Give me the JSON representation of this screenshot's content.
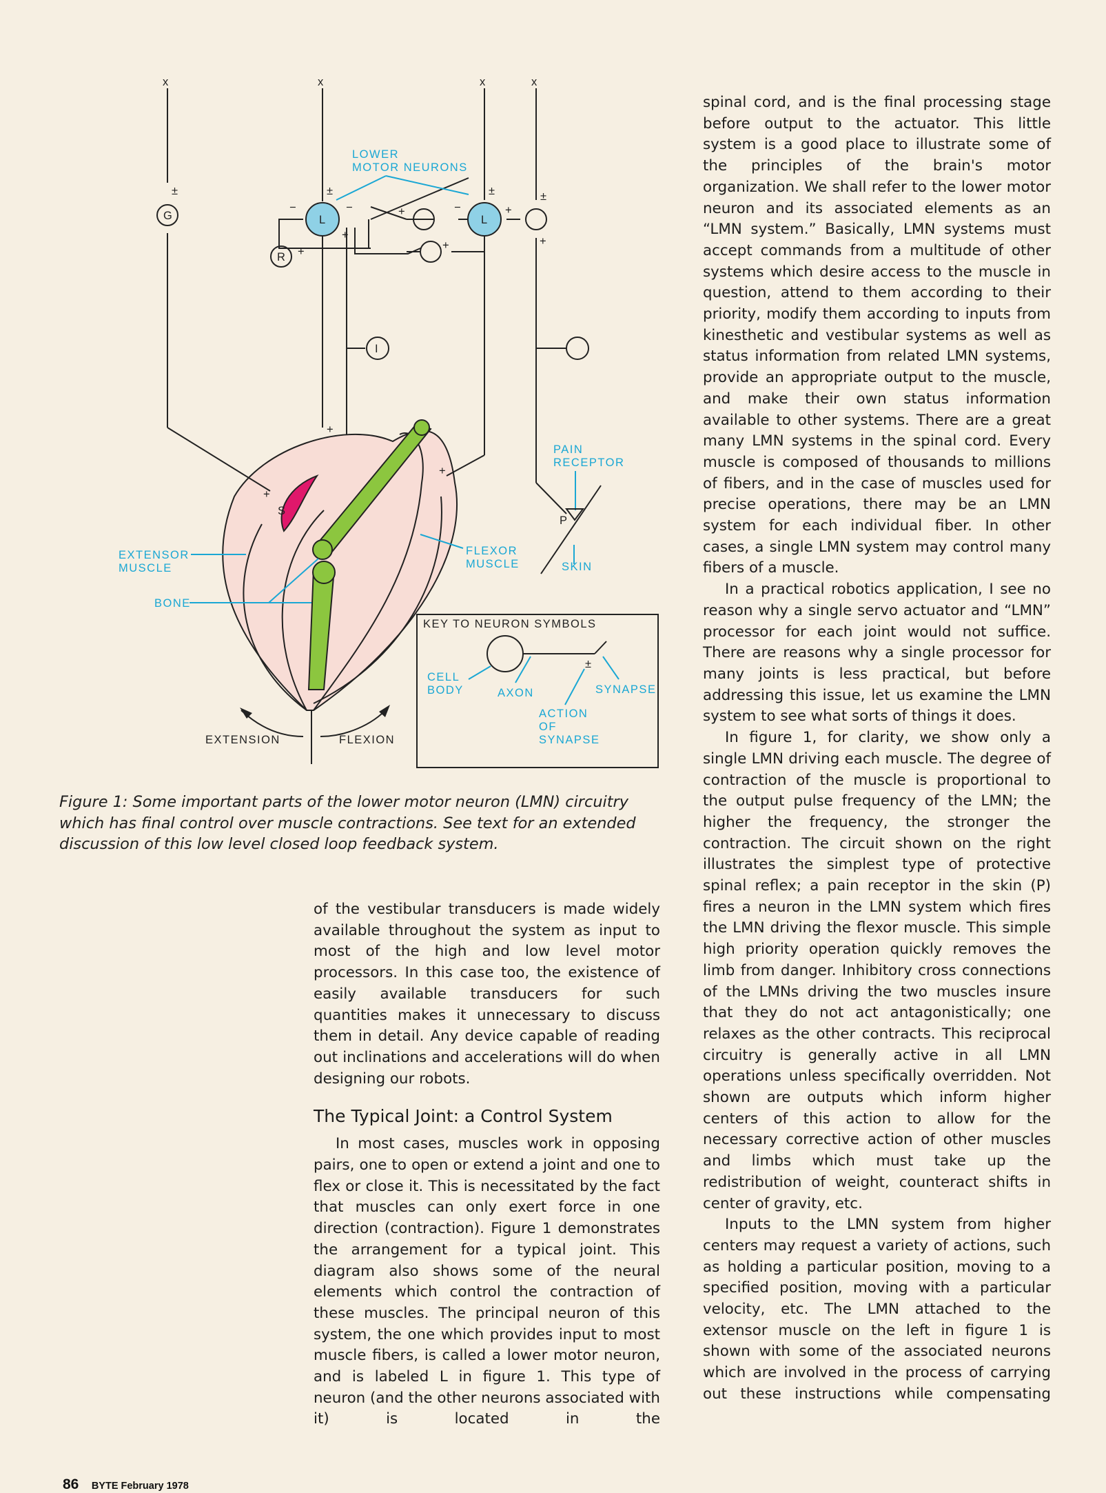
{
  "figure": {
    "x_marks": [
      "x",
      "x",
      "x",
      "x"
    ],
    "lower_motor_neurons_label": [
      "LOWER",
      "MOTOR NEURONS"
    ],
    "neuron_L": "L",
    "neuron_G": "G",
    "neuron_R": "R",
    "neuron_I": "I",
    "neuron_S": "S",
    "neuron_P": "P",
    "sign_pm": "±",
    "sign_plus": "+",
    "sign_minus": "−",
    "pain_receptor_label": [
      "PAIN",
      "RECEPTOR"
    ],
    "skin_label": "SKIN",
    "extensor_label": [
      "EXTENSOR",
      "MUSCLE"
    ],
    "flexor_label": [
      "FLEXOR",
      "MUSCLE"
    ],
    "bone_label": "BONE",
    "extension_label": "EXTENSION",
    "flexion_label": "FLEXION",
    "key": {
      "title": "KEY TO NEURON SYMBOLS",
      "cell_body": [
        "CELL",
        "BODY"
      ],
      "axon": "AXON",
      "synapse": "SYNAPSE",
      "action": [
        "ACTION",
        "OF",
        "SYNAPSE"
      ]
    },
    "colors": {
      "label_cyan": "#1aa7d4",
      "neuron_fill": "#8fd1e6",
      "bone_green": "#8cc63f",
      "muscle_pink": "#f8ddd6",
      "s_magenta": "#e0186b"
    }
  },
  "caption": "Figure 1: Some important parts of the lower motor neuron (LMN) circuitry which has final control over muscle contractions. See text for an extended discussion of this low level closed loop feedback system.",
  "middle_column": {
    "p1": "of the vestibular transducers is made widely available throughout the system as input to most of the high and low level motor processors. In this case too, the existence of easily available transducers for such quantities makes it unnecessary to discuss them in detail. Any device capable of reading out inclinations and accelerations will do when designing our robots.",
    "heading": "The Typical Joint: a Control System",
    "p2": "In most cases, muscles work in opposing pairs, one to open or extend a joint and one to flex or close it. This is necessitated by the fact that muscles can only exert force in one direction (contraction). Figure 1 demonstrates the arrangement for a typical joint. This diagram also shows some of the neural elements which control the contraction of these muscles. The principal neuron of this system, the one which provides input to most muscle fibers, is called a lower motor neuron, and is labeled L in figure 1. This type of neuron (and the other neurons associated with it) is located in the"
  },
  "right_column": {
    "p1": "spinal cord, and is the final processing stage before output to the actuator. This little system is a good place to illustrate some of the principles of the brain's motor organization. We shall refer to the lower motor neuron and its associated elements as an “LMN system.” Basically, LMN systems must accept commands from a multitude of other systems which desire access to the muscle in question, attend to them according to their priority, modify them according to inputs from kinesthetic and vestibular systems as well as status information from related LMN systems, provide an appropriate output to the muscle, and make their own status information available to other systems. There are a great many LMN systems in the spinal cord. Every muscle is composed of thousands to millions of fibers, and in the case of muscles used for precise operations, there may be an LMN system for each individual fiber. In other cases, a single LMN system may control many fibers of a muscle.",
    "p2": "In a practical robotics application, I see no reason why a single servo actuator and “LMN” processor for each joint would not suffice. There are reasons why a single processor for many joints is less practical, but before addressing this issue, let us examine the LMN system to see what sorts of things it does.",
    "p3": "In figure 1, for clarity, we show only a single LMN driving each muscle. The degree of contraction of the muscle is proportional to the output pulse frequency of the LMN; the higher the frequency, the stronger the contraction. The circuit shown on the right illustrates the simplest type of protective spinal reflex; a pain receptor in the skin (P) fires a neuron in the LMN system which fires the LMN driving the flexor muscle. This simple high priority operation quickly removes the limb from danger. Inhibitory cross connections of the LMNs driving the two muscles insure that they do not act antagonistically; one relaxes as the other contracts. This reciprocal circuitry is generally active in all LMN operations unless specifically overridden. Not shown are outputs which inform higher centers of this action to allow for the necessary corrective action of other muscles and limbs which must take up the redistribution of weight, counteract shifts in center of gravity, etc.",
    "p4": "Inputs to the LMN system from higher centers may request a variety of actions, such as holding a particular position, moving to a specified position, moving with a particular velocity, etc. The LMN attached to the extensor muscle on the left in figure 1 is shown with some of the associated neurons which are involved in the process of carrying out these instructions while compensating"
  },
  "footer": {
    "page_number": "86",
    "magazine": "BYTE February 1978"
  }
}
